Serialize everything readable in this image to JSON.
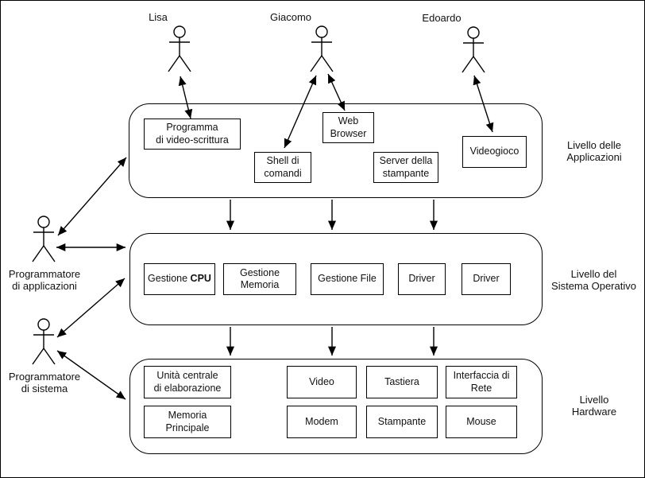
{
  "diagram": {
    "actors": {
      "lisa": "Lisa",
      "giacomo": "Giacomo",
      "edoardo": "Edoardo",
      "app_programmer": "Programmatore\ndi applicazioni",
      "sys_programmer": "Programmatore\ndi sistema"
    },
    "side_labels": {
      "applications": "Livello delle\nApplicazioni",
      "operating_system": "Livello del\nSistema Operativo",
      "hardware": "Livello\nHardware"
    },
    "application_boxes": {
      "video_writer": "Programma\ndi video-scrittura",
      "shell": "Shell di\ncomandi",
      "web_browser": "Web\nBrowser",
      "print_server": "Server della\nstampante",
      "videogame": "Videogioco"
    },
    "os_boxes": {
      "cpu_regular": "Gestione",
      "cpu_bold": "CPU",
      "memory": "Gestione\nMemoria",
      "file": "Gestione File",
      "driver_1": "Driver",
      "driver_2": "Driver"
    },
    "hardware_boxes": {
      "central_unit": "Unità centrale\ndi elaborazione",
      "main_memory": "Memoria\nPrincipale",
      "video": "Video",
      "keyboard": "Tastiera",
      "network_interface": "Interfaccia di\nRete",
      "modem": "Modem",
      "printer": "Stampante",
      "mouse": "Mouse"
    },
    "colors": {
      "line": "#000000",
      "background": "#ffffff",
      "text": "#111111"
    }
  }
}
